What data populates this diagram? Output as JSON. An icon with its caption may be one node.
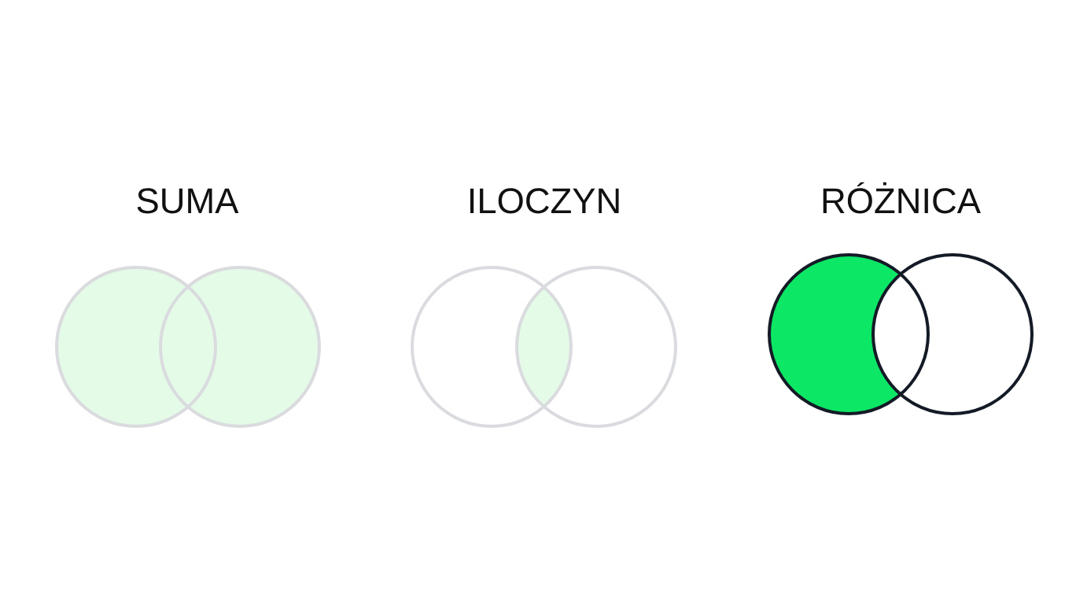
{
  "diagram": {
    "labels": [
      "SUMA",
      "ILOCZYN",
      "RÓŻNICA"
    ]
  }
}
